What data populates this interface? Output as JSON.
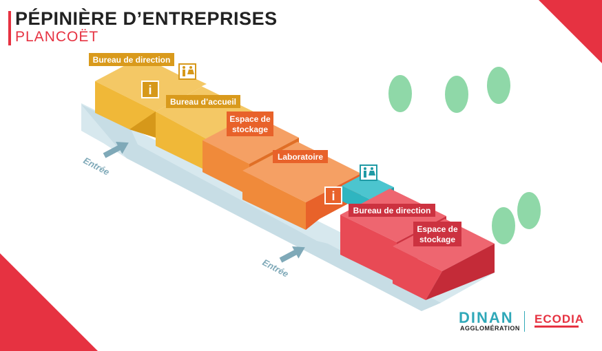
{
  "header": {
    "title": "PÉPINIÈRE D’ENTREPRISES",
    "subtitle": "PLANCOËT"
  },
  "rooms": [
    {
      "label_lines": [
        "Bureau de direction"
      ],
      "color": "#e6a21a"
    },
    {
      "label_lines": [
        "Bureau d’accueil"
      ],
      "color": "#e6a21a"
    },
    {
      "label_lines": [
        "Espace de",
        "stockage"
      ],
      "color": "#ef6b35"
    },
    {
      "label_lines": [
        "Laboratoire"
      ],
      "color": "#ef6b35"
    },
    {
      "label_lines": [
        "Bureau de direction"
      ],
      "color": "#e63241"
    },
    {
      "label_lines": [
        "Espace de",
        "stockage"
      ],
      "color": "#e63241"
    }
  ],
  "entrances": [
    {
      "label": "Entrée"
    },
    {
      "label": "Entrée"
    }
  ],
  "icons": {
    "info": "i",
    "toilets": "restroom-icon"
  },
  "logos": {
    "dinan": "DINAN",
    "dinan_sub": "AGGLOMÉRATION",
    "ecodia": "ECODIA"
  },
  "colors": {
    "yellow": "#f3b83a",
    "orange": "#f08a3a",
    "red": "#e84a55",
    "teal": "#2fb5c0",
    "path": "#cfe3ea",
    "tree": "#8fd8a8",
    "accent": "#e63241"
  }
}
